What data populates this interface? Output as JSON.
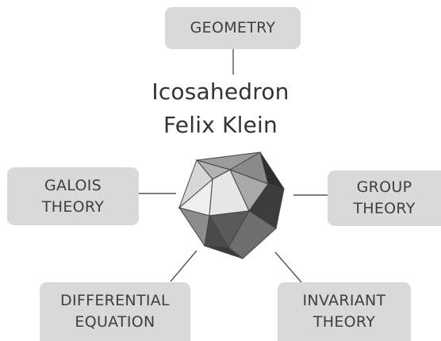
{
  "center": {
    "title_line1": "Icosahedron",
    "title_line2": "Felix Klein"
  },
  "nodes": {
    "top": {
      "lines": [
        "GEOMETRY"
      ]
    },
    "left": {
      "lines": [
        "GALOIS",
        "THEORY"
      ]
    },
    "right": {
      "lines": [
        "GROUP",
        "THEORY"
      ]
    },
    "bottom_left": {
      "lines": [
        "DIFFERENTIAL",
        "EQUATION"
      ]
    },
    "bottom_right": {
      "lines": [
        "INVARIANT",
        "THEORY"
      ]
    }
  },
  "colors": {
    "box_fill": "#d9d9d9",
    "text": "#3f3f3f",
    "connector": "#555555"
  },
  "icons": {
    "center_shape": "icosahedron-icon"
  }
}
